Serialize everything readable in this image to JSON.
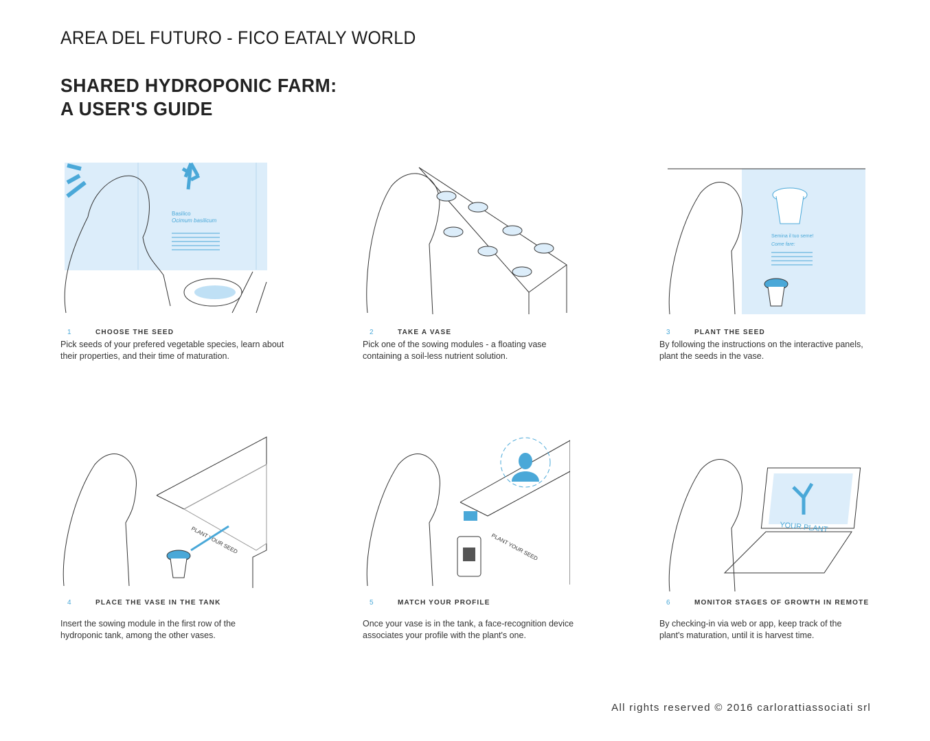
{
  "header": {
    "title": "AREA DEL FUTURO - FICO EATALY WORLD"
  },
  "page": {
    "title_line1": "SHARED HYDROPONIC FARM:",
    "title_line2": "A USER'S GUIDE"
  },
  "steps": [
    {
      "number": "1",
      "label": "CHOOSE THE SEED",
      "description": "Pick seeds of your prefered vegetable species, learn about their properties, and their time of maturation.",
      "panel_text": [
        "Basilico",
        "Ocimum basilicum"
      ]
    },
    {
      "number": "2",
      "label": "TAKE A VASE",
      "description": "Pick one of the sowing modules - a floating vase containing a soil-less nutrient solution."
    },
    {
      "number": "3",
      "label": "PLANT THE SEED",
      "description": "By following the instructions on the interactive panels, plant the seeds in the vase.",
      "panel_text": [
        "Semina il tuo seme!",
        "Come fare:"
      ]
    },
    {
      "number": "4",
      "label": "PLACE THE VASE IN THE TANK",
      "description": "Insert the sowing module in the first row of the hydroponic tank, among the other vases.",
      "panel_text": [
        "PLANT YOUR SEED"
      ]
    },
    {
      "number": "5",
      "label": "MATCH YOUR PROFILE",
      "description": "Once your vase is in the tank, a face-recognition device associates your profile with the plant's one.",
      "panel_text": [
        "PLANT YOUR SEED"
      ]
    },
    {
      "number": "6",
      "label": "MONITOR STAGES OF GROWTH IN REMOTE",
      "description": "By checking-in via web or app, keep track of the plant's maturation, until it is harvest time.",
      "panel_text": [
        "YOUR PLANT"
      ]
    }
  ],
  "footer": {
    "copyright": "All rights reserved © 2016 carlorattiassociati srl"
  },
  "colors": {
    "accent": "#4aa8d8",
    "panel": "#dcedfa",
    "line": "#333333"
  }
}
